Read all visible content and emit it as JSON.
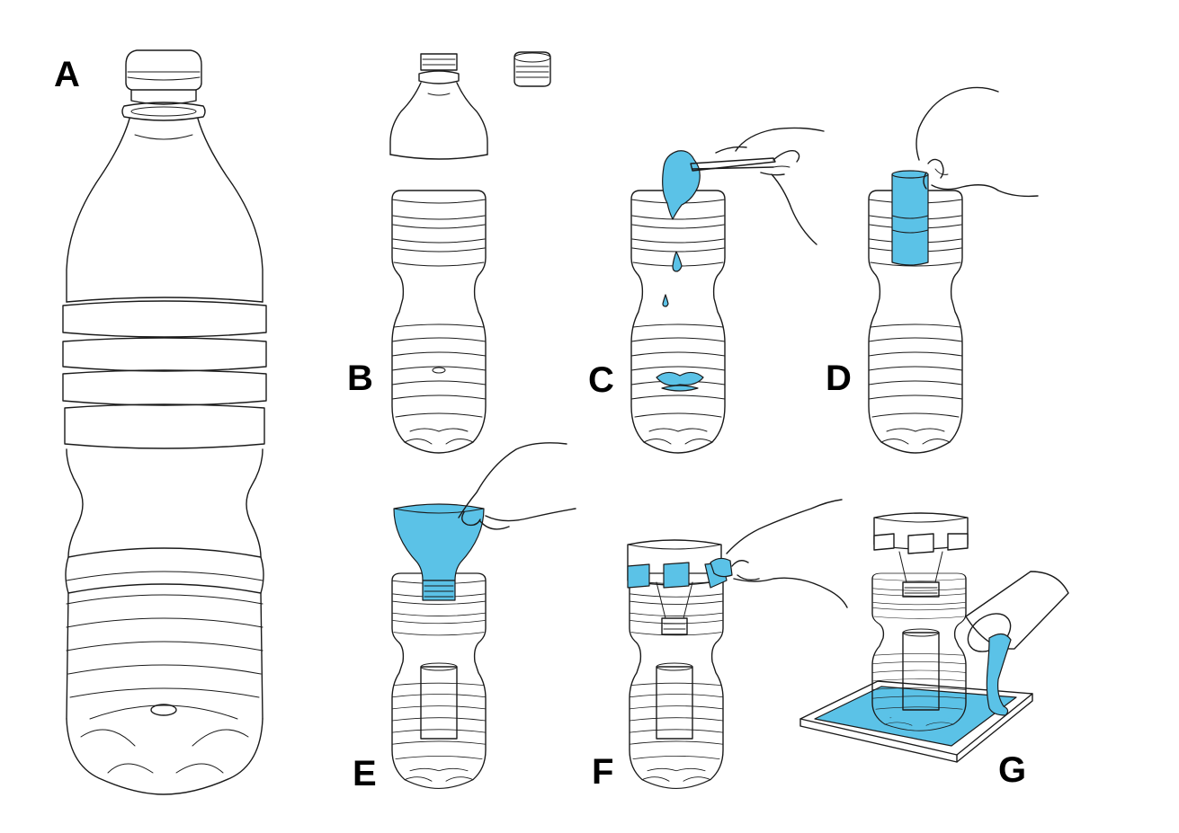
{
  "panels": {
    "a": {
      "label": "A"
    },
    "b": {
      "label": "B"
    },
    "c": {
      "label": "C"
    },
    "d": {
      "label": "D"
    },
    "e": {
      "label": "E"
    },
    "f": {
      "label": "F"
    },
    "g": {
      "label": "G"
    }
  },
  "colors": {
    "accent_blue": "#5bc2e7",
    "line": "#1a1a1a",
    "background": "#ffffff"
  }
}
